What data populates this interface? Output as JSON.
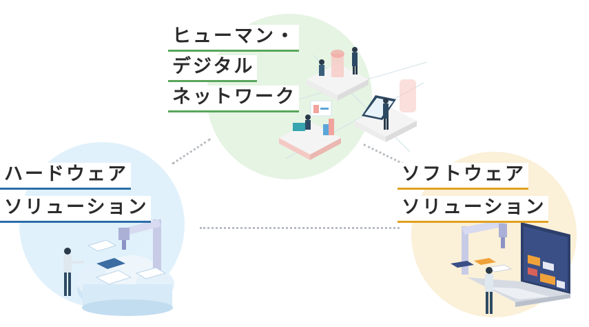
{
  "colors": {
    "green_circle": "#e6f4e3",
    "blue_circle": "#e1f1fb",
    "orange_circle": "#fbf0d8",
    "green_accent": "#58a65c",
    "blue_accent": "#2b6da8",
    "orange_accent": "#e0a11f",
    "text": "#2b2b2b"
  },
  "groups": {
    "human_digital": {
      "lines": [
        "ヒューマン・",
        "デジタル",
        "ネットワーク"
      ]
    },
    "hardware": {
      "lines": [
        "ハードウェア",
        "ソリューション"
      ]
    },
    "software": {
      "lines": [
        "ソフトウェア",
        "ソリューション"
      ]
    }
  },
  "icons": {
    "human_digital": "isometric-office-workers-illustration",
    "hardware": "cloud-robot-arm-illustration",
    "software": "laptop-dashboard-robot-arm-illustration"
  }
}
